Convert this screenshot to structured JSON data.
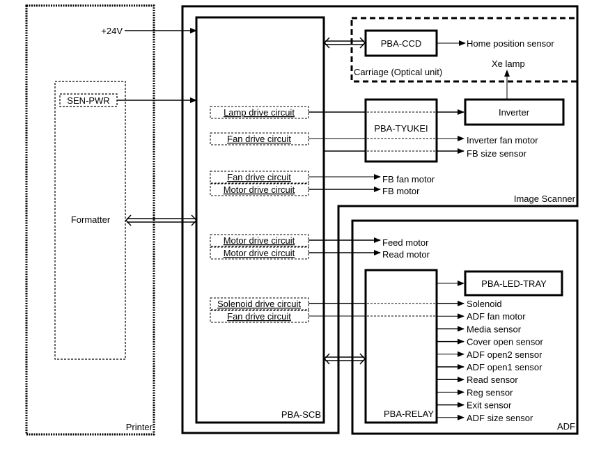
{
  "title": "Image Scanner / ADF block diagram",
  "colors": {
    "line": "#000000",
    "background": "#ffffff"
  },
  "printer": {
    "label": "Printer",
    "formatter": "Formatter",
    "sen_pwr": "SEN-PWR",
    "power": "+24V"
  },
  "image_scanner": {
    "label": "Image Scanner",
    "scb": "PBA-SCB",
    "carriage": "Carriage (Optical unit)",
    "ccd": "PBA-CCD",
    "home_sensor": "Home position sensor",
    "xe_lamp": "Xe lamp",
    "inverter": "Inverter",
    "tyukei": "PBA-TYUKEI",
    "inverter_fan": "Inverter fan motor",
    "fb_size": "FB size sensor",
    "fb_fan": "FB fan motor",
    "fb_motor": "FB motor"
  },
  "circuits": [
    "Lamp drive circuit",
    "Fan drive circuit",
    "Fan drive circuit",
    "Motor drive circuit",
    "Motor drive circuit",
    "Motor drive circuit",
    "Solenoid drive circuit",
    "Fan drive circuit"
  ],
  "adf": {
    "label": "ADF",
    "relay": "PBA-RELAY",
    "led_tray": "PBA-LED-TRAY",
    "feed_motor": "Feed motor",
    "read_motor": "Read motor",
    "outputs": [
      "Solenoid",
      "ADF fan motor",
      "Media sensor",
      "Cover open sensor",
      "ADF open2 sensor",
      "ADF open1 sensor",
      "Read sensor",
      "Reg sensor",
      "Exit sensor",
      "ADF size sensor"
    ]
  }
}
